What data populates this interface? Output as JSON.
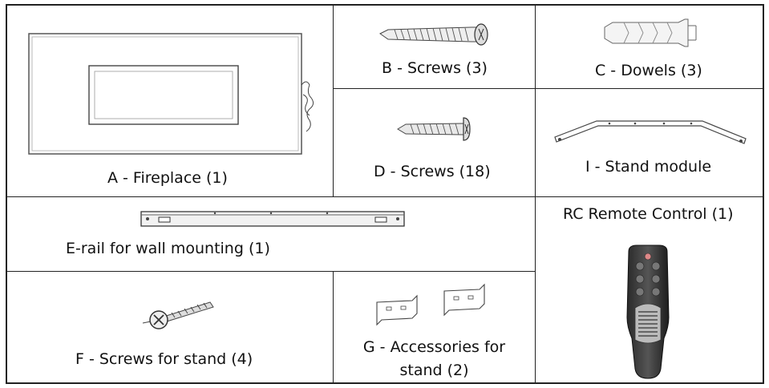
{
  "items": {
    "a": {
      "label": "A - Fireplace (1)"
    },
    "b": {
      "label": "B - Screws (3)"
    },
    "c": {
      "label": "C - Dowels (3)"
    },
    "d": {
      "label": "D - Screws (18)"
    },
    "i": {
      "label": "I - Stand module"
    },
    "e": {
      "label": "E-rail for wall mounting (1)"
    },
    "rc": {
      "label": "RC Remote Control (1)"
    },
    "f": {
      "label": "F -  Screws for stand  (4)"
    },
    "g": {
      "label_line1": "G -  Accessories for",
      "label_line2": "stand  (2)"
    }
  }
}
